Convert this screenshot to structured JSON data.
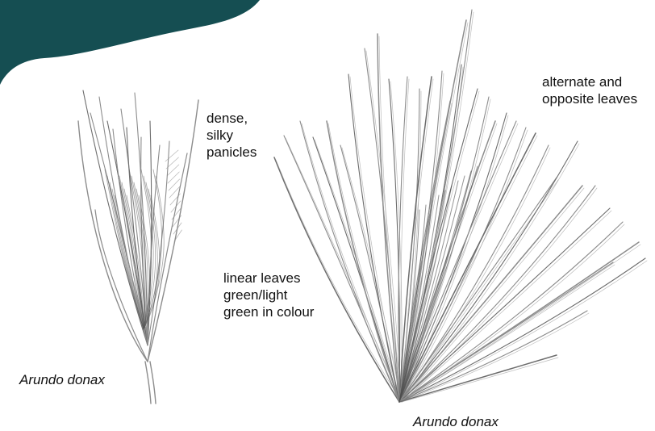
{
  "colors": {
    "corner_shape": "#154e52",
    "pencil": "#8c8c8c",
    "pencil_dark": "#5a5a5a",
    "text": "#111111"
  },
  "labels": {
    "dense_panicles": [
      "dense,",
      "silky",
      "panicles"
    ],
    "alternate_opposite": [
      "alternate and",
      "opposite leaves"
    ],
    "linear_leaves": [
      "linear  leaves",
      "green/light",
      "green in colour"
    ]
  },
  "captions": {
    "left": "Arundo donax",
    "right": "Arundo donax"
  }
}
